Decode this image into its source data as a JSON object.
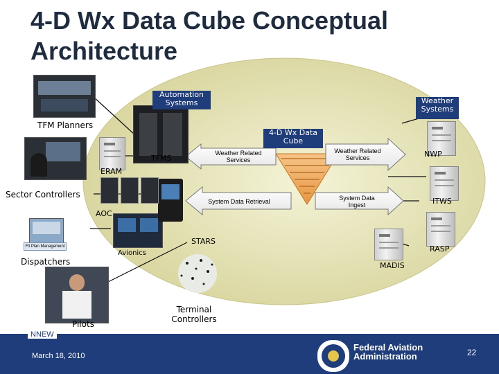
{
  "title": "4-D Wx Data Cube Conceptual Architecture",
  "labels": {
    "automation_systems": "Automation Systems",
    "weather_systems": "Weather Systems",
    "tfm_planners": "TFM Planners",
    "tfms": "TFMS",
    "eram": "ERAM",
    "sector_controllers": "Sector Controllers",
    "aoc": "AOC",
    "avionics": "Avionics",
    "stars": "STARS",
    "dispatchers": "Dispatchers",
    "pilots": "Pilots",
    "terminal_controllers": "Terminal Controllers",
    "cube": "4-D Wx Data Cube",
    "weather_related_services_left": "Weather Related Services",
    "weather_related_services_right": "Weather Related Services",
    "system_data_retrieval": "System Data Retrieval",
    "system_data_ingest": "System Data Ingest",
    "nwp": "NWP",
    "itws": "ITWS",
    "rasp": "RASP",
    "madis": "MADIS",
    "flight_mgmt_tag": "Flt Plan Management"
  },
  "footer": {
    "org": "NNEW",
    "date": "March 18, 2010",
    "agency_line1": "Federal Aviation",
    "agency_line2": "Administration",
    "page_number": "22"
  },
  "colors": {
    "navy": "#1f3d7a",
    "ellipse": "#e8e6b8",
    "cube_orange": "#f2b26c",
    "title": "#1f2c3f"
  }
}
